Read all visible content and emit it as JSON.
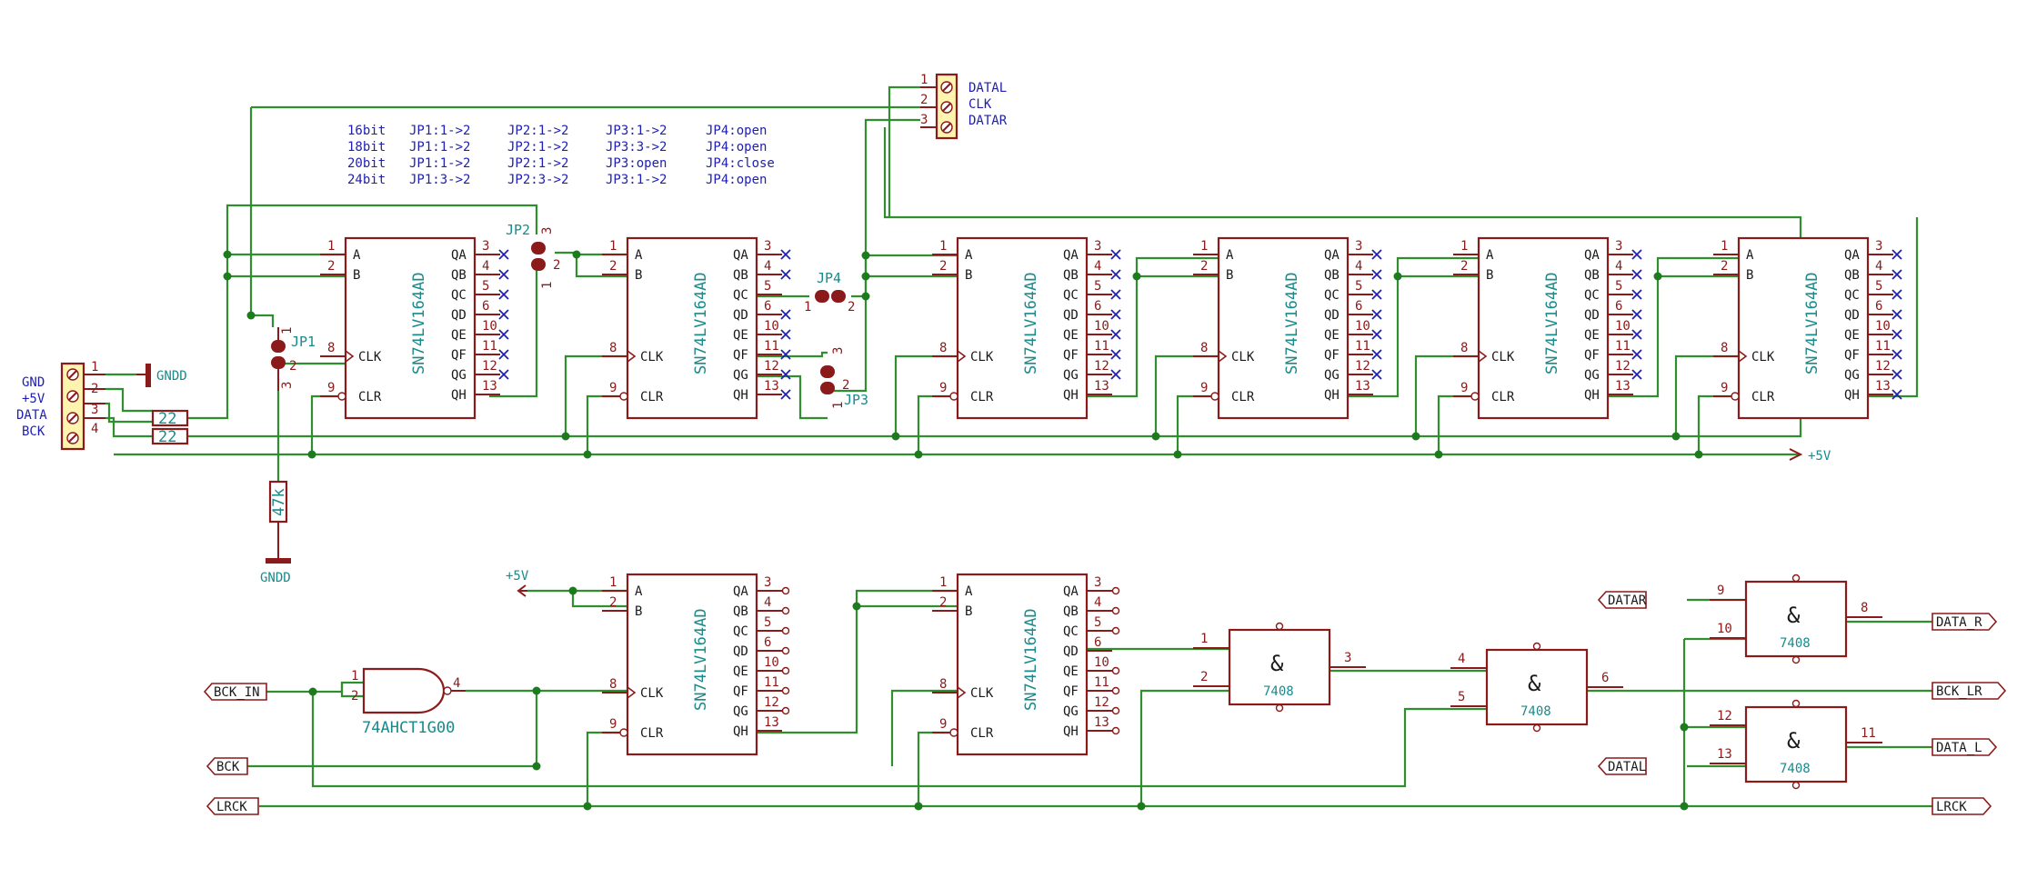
{
  "notes": [
    [
      "16bit",
      "JP1:1->2",
      "JP2:1->2",
      "JP3:1->2",
      "JP4:open"
    ],
    [
      "18bit",
      "JP1:1->2",
      "JP2:1->2",
      "JP3:3->2",
      "JP4:open"
    ],
    [
      "20bit",
      "JP1:1->2",
      "JP2:1->2",
      "JP3:open",
      "JP4:close"
    ],
    [
      "24bit",
      "JP1:3->2",
      "JP2:3->2",
      "JP3:1->2",
      "JP4:open"
    ]
  ],
  "shift_register": {
    "value": "SN74LV164AD",
    "pins_left": [
      "A",
      "B",
      "CLK",
      "CLR"
    ],
    "pins_right": [
      "QA",
      "QB",
      "QC",
      "QD",
      "QE",
      "QF",
      "QG",
      "QH"
    ],
    "pin_numbers_left": [
      "1",
      "2",
      "8",
      "9"
    ],
    "pin_numbers_right": [
      "3",
      "4",
      "5",
      "6",
      "10",
      "11",
      "12",
      "13"
    ]
  },
  "and_gate": {
    "value": "7408"
  },
  "nand_gate": {
    "value": "74AHCT1G00",
    "pins": [
      "1",
      "2",
      "4"
    ]
  },
  "connector_top": {
    "labels": [
      "DATAL",
      "CLK",
      "DATAR"
    ],
    "pins": [
      "1",
      "2",
      "3"
    ]
  },
  "connector_left": {
    "labels": [
      "GND",
      "+5V",
      "DATA",
      "BCK"
    ],
    "pins": [
      "1",
      "2",
      "3",
      "4"
    ]
  },
  "jumpers": [
    "JP1",
    "JP2",
    "JP3",
    "JP4"
  ],
  "resistors": [
    "22",
    "22",
    "47k"
  ],
  "power": {
    "gnd": "GNDD",
    "vcc": "+5V"
  },
  "labels": [
    "BCK_IN",
    "BCK",
    "LRCK",
    "DATAR",
    "DATAL",
    "DATA_R",
    "BCK_LR",
    "DATA_L",
    "LRCK"
  ],
  "gate_pins": {
    "g1": [
      "1",
      "2",
      "3"
    ],
    "g2": [
      "4",
      "5",
      "6"
    ],
    "g3": [
      "9",
      "10",
      "8"
    ],
    "g4": [
      "12",
      "13",
      "11"
    ]
  },
  "jp_pins": [
    "1",
    "2",
    "3"
  ]
}
